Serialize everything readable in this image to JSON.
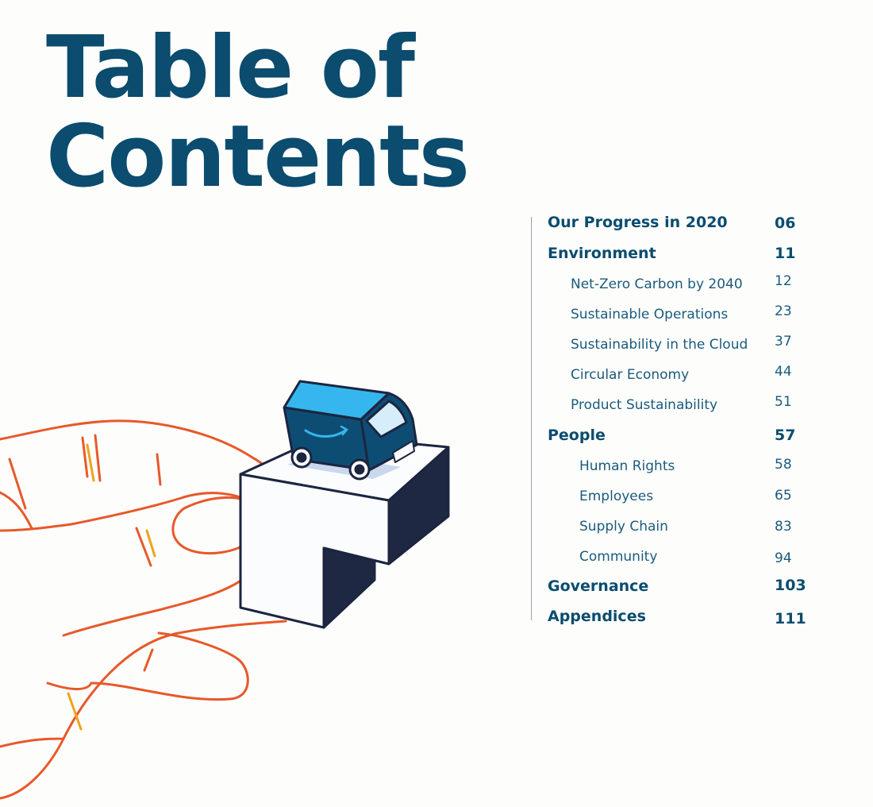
{
  "title": {
    "line1": "Table of",
    "line2": "Contents"
  },
  "toc": [
    {
      "label": "Our Progress in 2020",
      "page": "06",
      "level": "main"
    },
    {
      "label": "Environment",
      "page": "11",
      "level": "main"
    },
    {
      "label": "Net-Zero Carbon by 2040",
      "page": "12",
      "level": "sub"
    },
    {
      "label": "Sustainable Operations",
      "page": "23",
      "level": "sub"
    },
    {
      "label": "Sustainability in the Cloud",
      "page": "37",
      "level": "sub"
    },
    {
      "label": "Circular Economy",
      "page": "44",
      "level": "sub"
    },
    {
      "label": "Product Sustainability",
      "page": "51",
      "level": "sub"
    },
    {
      "label": "People",
      "page": "57",
      "level": "main"
    },
    {
      "label": "Human Rights",
      "page": "58",
      "level": "sub2"
    },
    {
      "label": "Employees",
      "page": "65",
      "level": "sub2"
    },
    {
      "label": "Supply Chain",
      "page": "83",
      "level": "sub2"
    },
    {
      "label": "Community",
      "page": "94",
      "level": "sub2"
    },
    {
      "label": "Governance",
      "page": "103",
      "level": "main"
    },
    {
      "label": "Appendices",
      "page": "111",
      "level": "main"
    }
  ],
  "colors": {
    "heading": "#0b4c6f",
    "hand_outline": "#e8582a",
    "hand_accent": "#f0a21a",
    "van_body": "#0e4d73",
    "van_roof": "#35b6ee",
    "block_dark": "#1c2540"
  },
  "illustration": {
    "icon": "hand-holding-block-with-delivery-van"
  }
}
